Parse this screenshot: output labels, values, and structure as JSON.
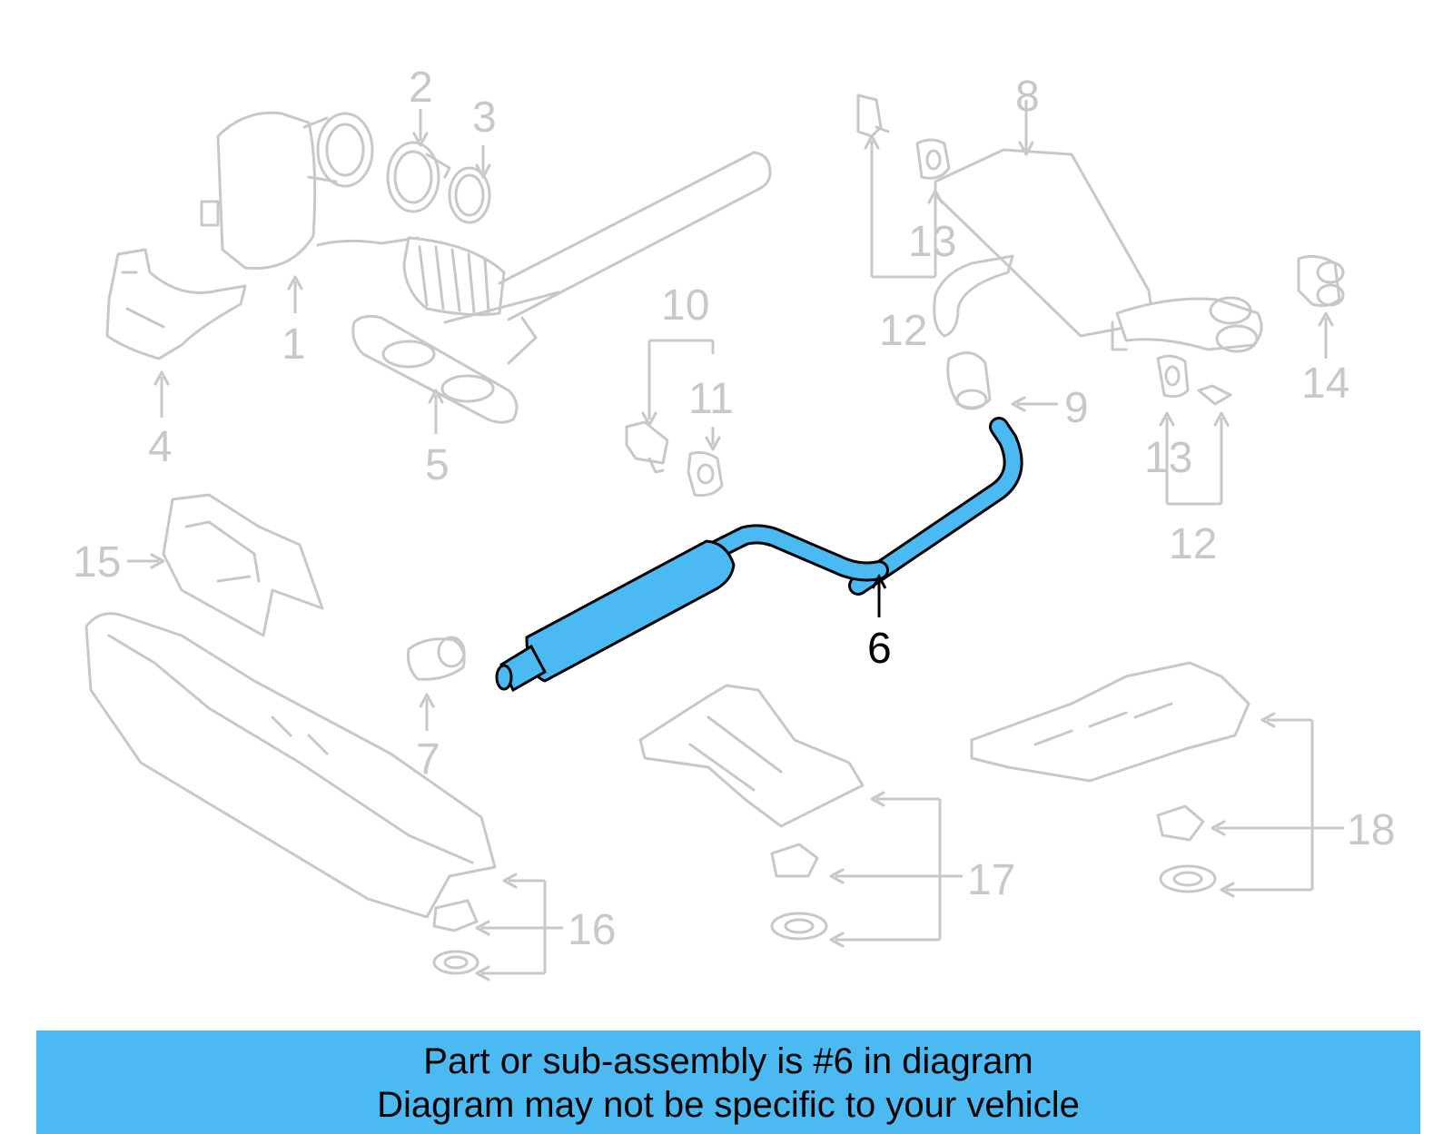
{
  "labels": {
    "p1": "1",
    "p2": "2",
    "p3": "3",
    "p4": "4",
    "p5": "5",
    "p6": "6",
    "p7": "7",
    "p8": "8",
    "p9": "9",
    "p10": "10",
    "p11": "11",
    "p12a": "12",
    "p12b": "12",
    "p13a": "13",
    "p13b": "13",
    "p14": "14",
    "p15": "15",
    "p16": "16",
    "p17": "17",
    "p18": "18"
  },
  "highlight": {
    "part": "6",
    "color": "#4cbaf2",
    "ghost_color": "#c8c8c8"
  },
  "banner": {
    "line1": "Part or sub-assembly is #6 in diagram",
    "line2": "Diagram may not be specific to your vehicle",
    "color": "#4cbaf2"
  }
}
